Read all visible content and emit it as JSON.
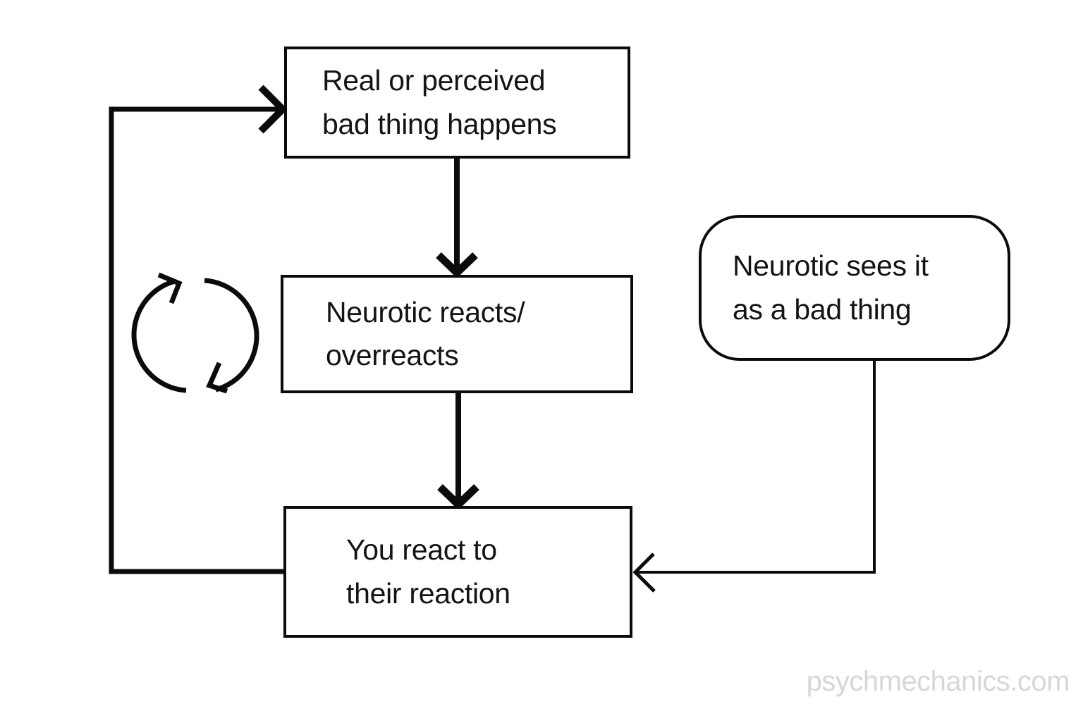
{
  "diagram": {
    "nodes": {
      "top_box": {
        "shape": "rectangle",
        "text": "Real or perceived\nbad thing happens"
      },
      "middle_box": {
        "shape": "rectangle",
        "text": "Neurotic reacts/\noverreacts"
      },
      "bottom_box": {
        "shape": "rectangle",
        "text": "You react to\ntheir reaction"
      },
      "side_bubble": {
        "shape": "rounded-rectangle",
        "text": "Neurotic sees it\nas a bad thing"
      }
    },
    "edges": [
      {
        "from": "top_box",
        "to": "middle_box",
        "style": "thick straight arrow down"
      },
      {
        "from": "middle_box",
        "to": "bottom_box",
        "style": "thick straight arrow down"
      },
      {
        "from": "bottom_box",
        "to": "top_box",
        "style": "thick feedback loop around left side"
      },
      {
        "from": "side_bubble",
        "to": "bottom_box",
        "style": "thin elbow arrow"
      }
    ],
    "icons": [
      {
        "name": "cycle-icon",
        "meaning": "repeating cycle (two circular arrows)"
      }
    ],
    "colors": {
      "line": "#0b0b0b",
      "background": "#ffffff",
      "watermark": "#d7d7d7"
    },
    "watermark": "psychmechanics.com"
  }
}
